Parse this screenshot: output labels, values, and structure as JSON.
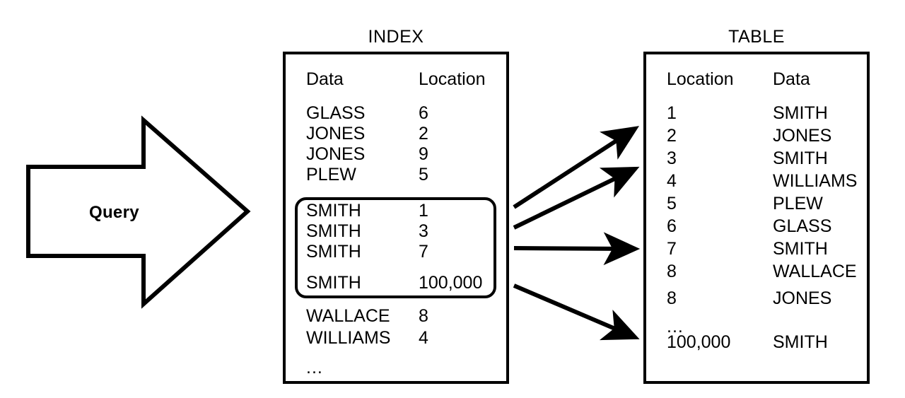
{
  "diagram": {
    "title_query": "Query",
    "panels": [
      {
        "name": "index",
        "title": "INDEX",
        "headers": {
          "col1": "Data",
          "col2": "Location"
        },
        "rows": [
          {
            "col1": "GLASS",
            "col2": "6"
          },
          {
            "col1": "JONES",
            "col2": "2"
          },
          {
            "col1": "JONES",
            "col2": "9"
          },
          {
            "col1": "PLEW",
            "col2": "5"
          },
          {
            "col1": "SMITH",
            "col2": "1"
          },
          {
            "col1": "SMITH",
            "col2": "3"
          },
          {
            "col1": "SMITH",
            "col2": "7"
          },
          {
            "col1": "SMITH",
            "col2": "100,000"
          },
          {
            "col1": "WALLACE",
            "col2": "8"
          },
          {
            "col1": "WILLIAMS",
            "col2": "4"
          }
        ],
        "trailing_ellipsis": "...",
        "highlighted_rows": [
          4,
          5,
          6,
          7
        ]
      },
      {
        "name": "table",
        "title": "TABLE",
        "headers": {
          "col1": "Location",
          "col2": "Data"
        },
        "rows": [
          {
            "col1": "1",
            "col2": "SMITH"
          },
          {
            "col1": "2",
            "col2": "JONES"
          },
          {
            "col1": "3",
            "col2": "SMITH"
          },
          {
            "col1": "4",
            "col2": "WILLIAMS"
          },
          {
            "col1": "5",
            "col2": "PLEW"
          },
          {
            "col1": "6",
            "col2": "GLASS"
          },
          {
            "col1": "7",
            "col2": "SMITH"
          },
          {
            "col1": "8",
            "col2": "WALLACE"
          },
          {
            "col1": "8",
            "col2": "JONES"
          }
        ],
        "mid_ellipsis": "...",
        "tail_row": {
          "col1": "100,000",
          "col2": "SMITH"
        }
      }
    ],
    "connectors": [
      {
        "name": "arrow-smith-1",
        "from_row": "SMITH 1",
        "to_row": "1 SMITH"
      },
      {
        "name": "arrow-smith-3",
        "from_row": "SMITH 3",
        "to_row": "3 SMITH"
      },
      {
        "name": "arrow-smith-7",
        "from_row": "SMITH 7",
        "to_row": "7 SMITH"
      },
      {
        "name": "arrow-smith-100000",
        "from_row": "SMITH 100,000",
        "to_row": "100,000 SMITH"
      }
    ],
    "colors": {
      "stroke": "#000000",
      "background": "#ffffff",
      "text": "#000000"
    }
  }
}
